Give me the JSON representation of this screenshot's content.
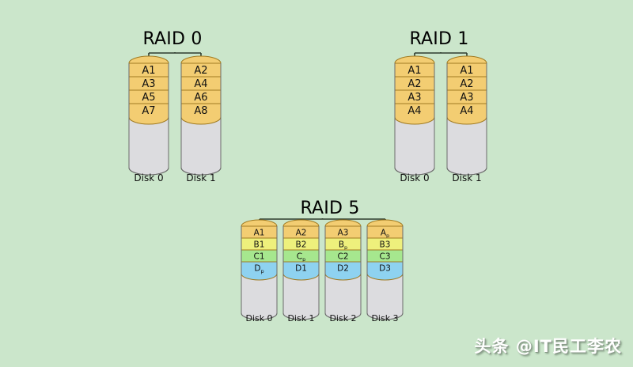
{
  "background_color": "#cbe6cb",
  "colors": {
    "band_a": "#f3cd72",
    "band_b": "#eef07c",
    "band_c": "#a6e78e",
    "band_d": "#8ed2f0",
    "empty": "#dcdcdf",
    "outline_disk": "#6b6b6b",
    "outline_band": "#a07b22",
    "bracket": "#2e3b2e",
    "text": "#111111"
  },
  "groups": [
    {
      "id": "raid0",
      "title": "RAID 0",
      "disks": [
        {
          "label": "Disk 0",
          "blocks": [
            "A1",
            "A3",
            "A5",
            "A7"
          ],
          "band_colors": [
            "band_a",
            "band_a",
            "band_a",
            "band_a"
          ]
        },
        {
          "label": "Disk 1",
          "blocks": [
            "A2",
            "A4",
            "A6",
            "A8"
          ],
          "band_colors": [
            "band_a",
            "band_a",
            "band_a",
            "band_a"
          ]
        }
      ]
    },
    {
      "id": "raid1",
      "title": "RAID 1",
      "disks": [
        {
          "label": "Disk 0",
          "blocks": [
            "A1",
            "A2",
            "A3",
            "A4"
          ],
          "band_colors": [
            "band_a",
            "band_a",
            "band_a",
            "band_a"
          ]
        },
        {
          "label": "Disk 1",
          "blocks": [
            "A1",
            "A2",
            "A3",
            "A4"
          ],
          "band_colors": [
            "band_a",
            "band_a",
            "band_a",
            "band_a"
          ]
        }
      ]
    },
    {
      "id": "raid5",
      "title": "RAID 5",
      "disks": [
        {
          "label": "Disk 0",
          "blocks": [
            "A1",
            "B1",
            "C1",
            "Dp"
          ],
          "band_colors": [
            "band_a",
            "band_b",
            "band_c",
            "band_d"
          ]
        },
        {
          "label": "Disk 1",
          "blocks": [
            "A2",
            "B2",
            "Cp",
            "D1"
          ],
          "band_colors": [
            "band_a",
            "band_b",
            "band_c",
            "band_d"
          ]
        },
        {
          "label": "Disk 2",
          "blocks": [
            "A3",
            "Bp",
            "C2",
            "D2"
          ],
          "band_colors": [
            "band_a",
            "band_b",
            "band_c",
            "band_d"
          ]
        },
        {
          "label": "Disk 3",
          "blocks": [
            "Ap",
            "B3",
            "C3",
            "D3"
          ],
          "band_colors": [
            "band_a",
            "band_b",
            "band_c",
            "band_d"
          ]
        }
      ]
    }
  ],
  "watermark": "头条 @IT民工李农"
}
